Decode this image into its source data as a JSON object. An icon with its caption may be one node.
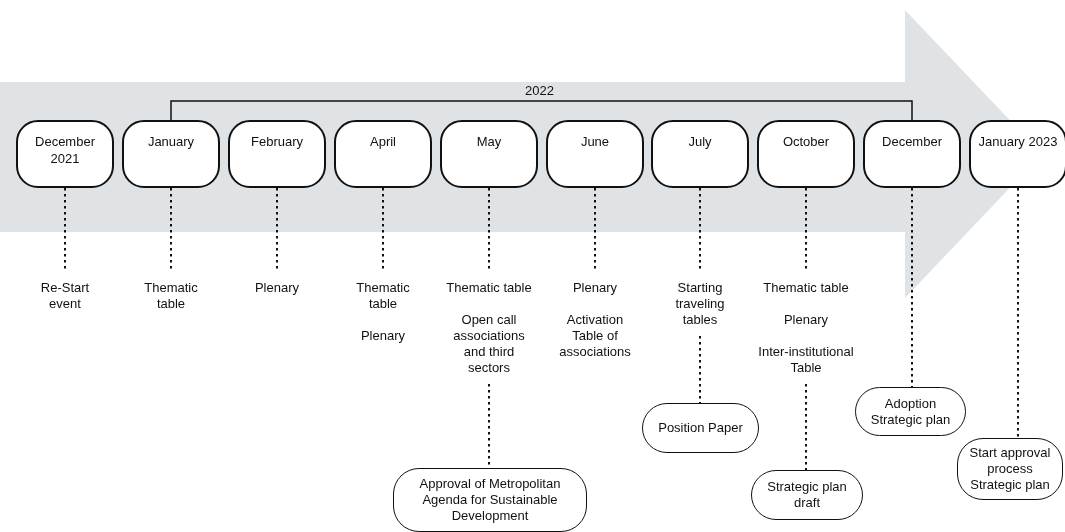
{
  "diagram": {
    "nodes": [
      {
        "text": [
          "December 2021"
        ]
      },
      {
        "text": [
          "January"
        ]
      },
      {
        "text": [
          "February"
        ]
      },
      {
        "text": [
          "April"
        ]
      },
      {
        "text": [
          "May"
        ]
      },
      {
        "text": [
          "June"
        ]
      },
      {
        "text": [
          "July"
        ]
      },
      {
        "text": [
          "October"
        ]
      },
      {
        "text": [
          "December"
        ]
      },
      {
        "text": [
          "January 2023"
        ]
      },
      {
        "text": [
          "Re-Start event"
        ]
      },
      {
        "text": [
          "Thematic table"
        ]
      },
      {
        "text": [
          "Plenary"
        ]
      },
      {
        "text": [
          "Thematic table",
          "Plenary"
        ]
      },
      {
        "text": [
          "Thematic table",
          "Open call associations and third sectors"
        ]
      },
      {
        "text": [
          "Plenary",
          "Activation Table of associations"
        ]
      },
      {
        "text": [
          "Starting traveling tables"
        ]
      },
      {
        "text": [
          "Thematic table",
          "Plenary",
          "Inter-institutional Table"
        ]
      },
      {
        "text": [
          "Approval of Metropolitan Agenda for Sustainable Development"
        ]
      },
      {
        "text": [
          "Position Paper"
        ]
      },
      {
        "text": [
          "Strategic plan draft"
        ]
      },
      {
        "text": [
          "Adoption Strategic plan"
        ]
      },
      {
        "text": [
          "Start approval process Strategic plan"
        ]
      }
    ],
    "edges": [
      {
        "from": 0,
        "to": 10,
        "arrow": "none"
      },
      {
        "from": 1,
        "to": 11,
        "arrow": "none"
      },
      {
        "from": 2,
        "to": 12,
        "arrow": "none"
      },
      {
        "from": 3,
        "to": 13,
        "arrow": "none"
      },
      {
        "from": 4,
        "to": 14,
        "arrow": "none"
      },
      {
        "from": 5,
        "to": 15,
        "arrow": "none"
      },
      {
        "from": 6,
        "to": 16,
        "arrow": "none"
      },
      {
        "from": 7,
        "to": 17,
        "arrow": "none"
      },
      {
        "from": 14,
        "to": 18,
        "arrow": "none"
      },
      {
        "from": 16,
        "to": 19,
        "arrow": "none"
      },
      {
        "from": 17,
        "to": 20,
        "arrow": "none"
      },
      {
        "from": 8,
        "to": 21,
        "arrow": "none"
      },
      {
        "from": 9,
        "to": 22,
        "arrow": "none"
      }
    ],
    "labels": [
      "2022"
    ]
  }
}
